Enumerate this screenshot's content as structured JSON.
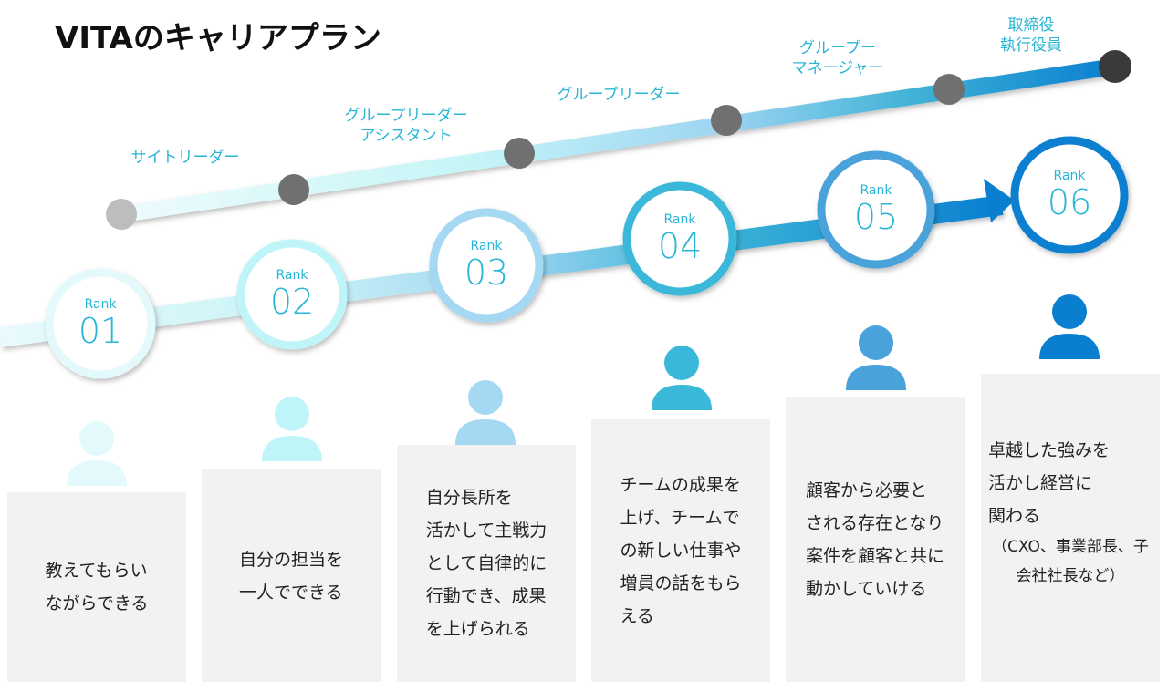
{
  "title": "VITAのキャリアプラン",
  "positions": [
    {
      "label_lines": [
        "サイトリーダー"
      ]
    },
    {
      "label_lines": [
        "グループリーダー",
        "アシスタント"
      ]
    },
    {
      "label_lines": [
        "グループリーダー"
      ]
    },
    {
      "label_lines": [
        "グループー",
        "マネージャー"
      ]
    },
    {
      "label_lines": [
        "取締役",
        "執行役員"
      ]
    }
  ],
  "ranks": [
    {
      "rank_word": "Rank",
      "number": "01",
      "color": "#e4f9fb"
    },
    {
      "rank_word": "Rank",
      "number": "02",
      "color": "#bff5f8"
    },
    {
      "rank_word": "Rank",
      "number": "03",
      "color": "#a5d8f2"
    },
    {
      "rank_word": "Rank",
      "number": "04",
      "color": "#3ab8d9"
    },
    {
      "rank_word": "Rank",
      "number": "05",
      "color": "#4aa2da"
    },
    {
      "rank_word": "Rank",
      "number": "06",
      "color": "#0a7fd0"
    }
  ],
  "descriptions": [
    {
      "lines": [
        "教えてもらい",
        "ながらできる"
      ]
    },
    {
      "lines": [
        "自分の担当を",
        "一人でできる"
      ]
    },
    {
      "lines": [
        "自分長所を",
        "活かして主戦力",
        "として自律的に",
        "行動でき、成果",
        "を上げられる"
      ]
    },
    {
      "lines": [
        "チームの成果を",
        "上げ、チームで",
        "の新しい仕事や",
        "増員の話をもら",
        "える"
      ]
    },
    {
      "lines": [
        "顧客から必要と",
        "される存在となり",
        "案件を顧客と共に",
        "動かしていける"
      ]
    },
    {
      "lines": [
        "卓越した強みを",
        "活かし経営に",
        "関わる"
      ],
      "sub": "（CXO、事業部長、子会社社長など）"
    }
  ],
  "colors": {
    "track_dot_start": "#bdbdbd",
    "track_dot": "#707070",
    "track_dot_end": "#3a3a3a",
    "box_bg": "#f2f2f2",
    "label": "#29b6d6"
  }
}
